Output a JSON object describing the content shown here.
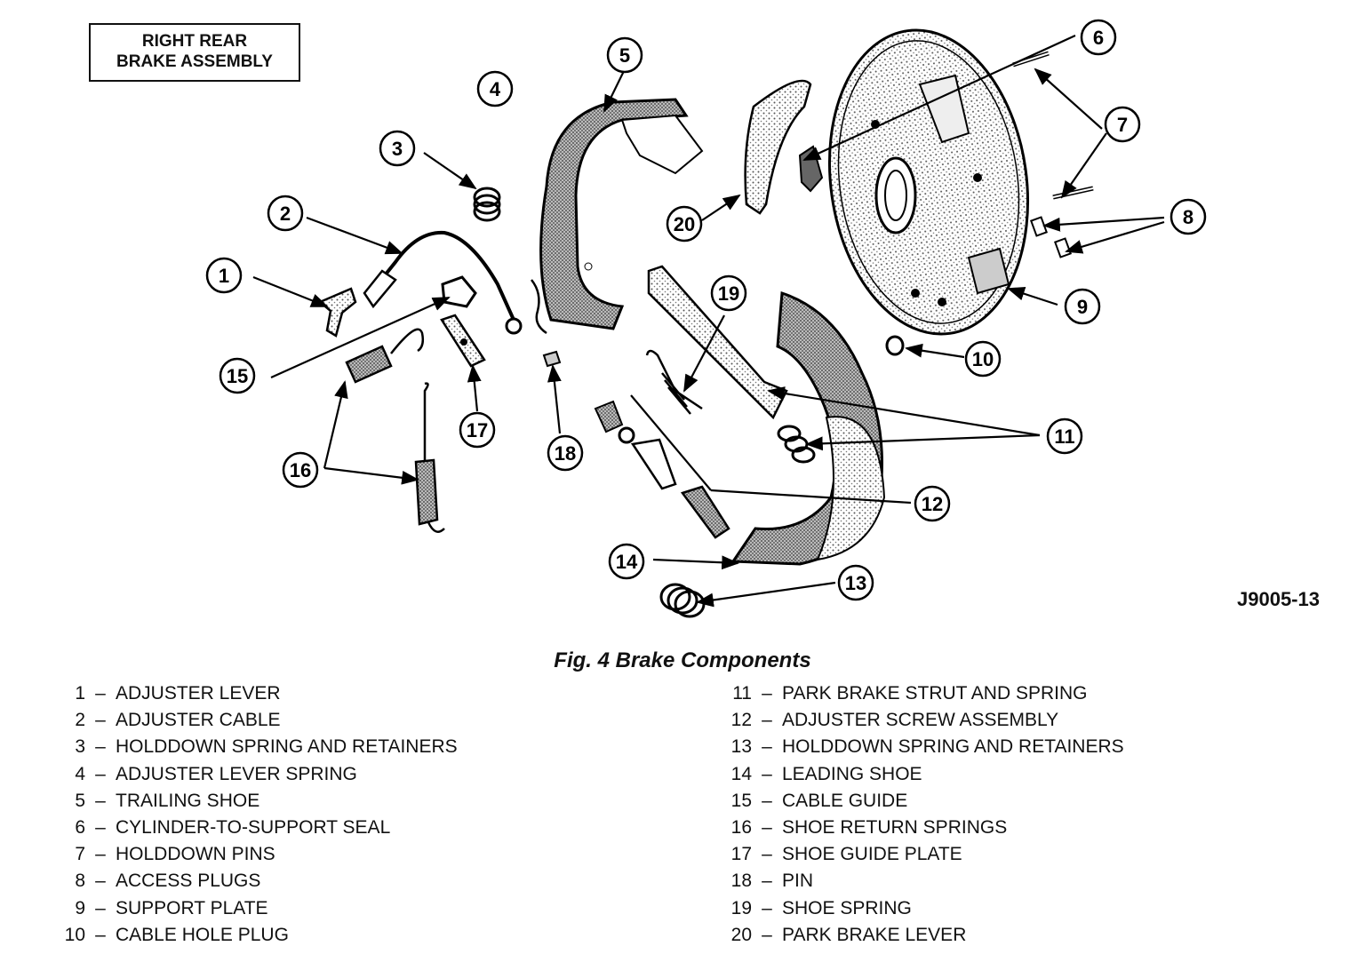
{
  "title_box": {
    "line1": "RIGHT REAR",
    "line2": "BRAKE ASSEMBLY"
  },
  "figure_id": "J9005-13",
  "caption": "Fig. 4 Brake Components",
  "callouts": [
    "1",
    "2",
    "3",
    "4",
    "5",
    "6",
    "7",
    "8",
    "9",
    "10",
    "11",
    "12",
    "13",
    "14",
    "15",
    "16",
    "17",
    "18",
    "19",
    "20"
  ],
  "legend_left": [
    {
      "num": "1",
      "dash": "–",
      "text": "ADJUSTER LEVER"
    },
    {
      "num": "2",
      "dash": "–",
      "text": "ADJUSTER CABLE"
    },
    {
      "num": "3",
      "dash": "–",
      "text": "HOLDDOWN SPRING AND RETAINERS"
    },
    {
      "num": "4",
      "dash": "–",
      "text": "ADJUSTER LEVER SPRING"
    },
    {
      "num": "5",
      "dash": "–",
      "text": "TRAILING SHOE"
    },
    {
      "num": "6",
      "dash": "–",
      "text": "CYLINDER-TO-SUPPORT SEAL"
    },
    {
      "num": "7",
      "dash": "–",
      "text": "HOLDDOWN PINS"
    },
    {
      "num": "8",
      "dash": "–",
      "text": "ACCESS PLUGS"
    },
    {
      "num": "9",
      "dash": "–",
      "text": "SUPPORT PLATE"
    },
    {
      "num": "10",
      "dash": "–",
      "text": "CABLE HOLE PLUG"
    }
  ],
  "legend_right": [
    {
      "num": "11",
      "dash": "–",
      "text": "PARK BRAKE STRUT AND SPRING"
    },
    {
      "num": "12",
      "dash": "–",
      "text": "ADJUSTER SCREW ASSEMBLY"
    },
    {
      "num": "13",
      "dash": "–",
      "text": "HOLDDOWN SPRING AND RETAINERS"
    },
    {
      "num": "14",
      "dash": "–",
      "text": "LEADING SHOE"
    },
    {
      "num": "15",
      "dash": "–",
      "text": "CABLE GUIDE"
    },
    {
      "num": "16",
      "dash": "–",
      "text": "SHOE RETURN SPRINGS"
    },
    {
      "num": "17",
      "dash": "–",
      "text": "SHOE GUIDE PLATE"
    },
    {
      "num": "18",
      "dash": "–",
      "text": "PIN"
    },
    {
      "num": "19",
      "dash": "–",
      "text": "SHOE SPRING"
    },
    {
      "num": "20",
      "dash": "–",
      "text": "PARK BRAKE LEVER"
    }
  ]
}
